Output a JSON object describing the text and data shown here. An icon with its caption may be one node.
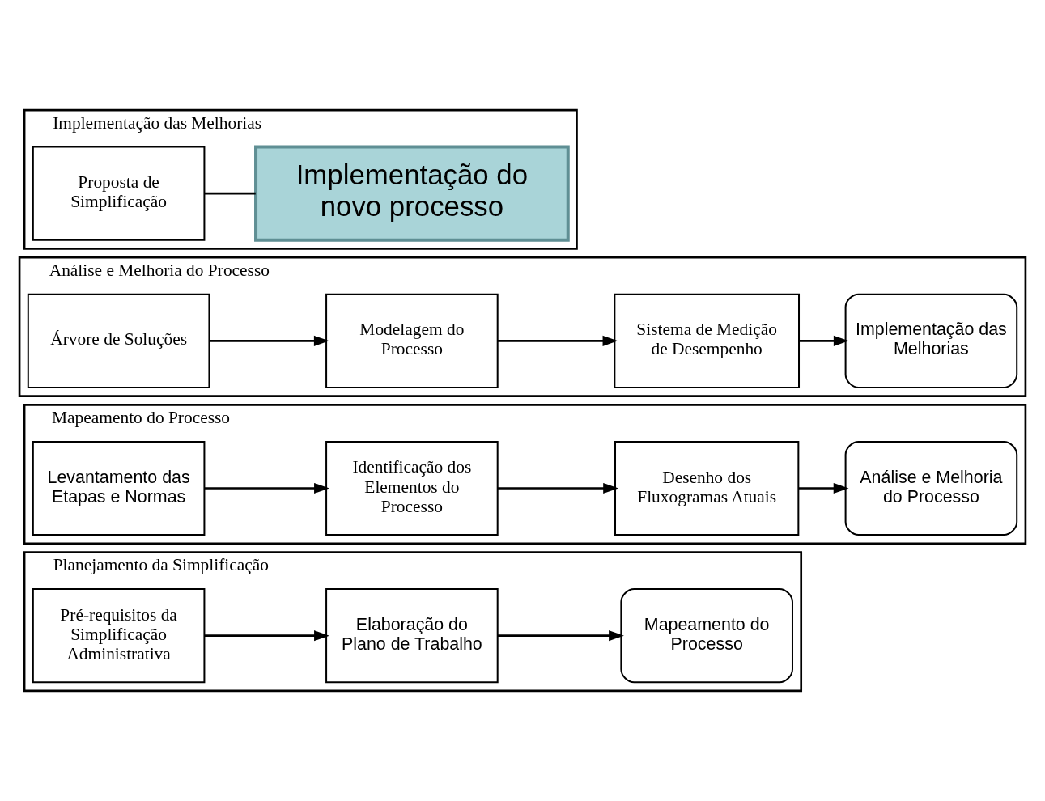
{
  "diagram": {
    "nodes": [
      {
        "text": [
          "Planejamento da Simplificação"
        ]
      },
      {
        "text": [
          "Pré-requisitos da Simplificação Administrativa"
        ],
        "in": 0
      },
      {
        "text": [
          "Elaboração do Plano de Trabalho"
        ],
        "in": 0
      },
      {
        "text": [
          "Mapeamento do Processo"
        ],
        "in": 0
      },
      {
        "text": [
          "Mapeamento do Processo"
        ]
      },
      {
        "text": [
          "Levantamento das Etapas e Normas"
        ],
        "in": 4
      },
      {
        "text": [
          "Identificação dos Elementos do Processo"
        ],
        "in": 4
      },
      {
        "text": [
          "Desenho dos Fluxogramas Atuais"
        ],
        "in": 4
      },
      {
        "text": [
          "Análise e Melhoria do Processo"
        ],
        "in": 4
      },
      {
        "text": [
          "Análise e Melhoria do Processo"
        ]
      },
      {
        "text": [
          "Árvore de Soluções"
        ],
        "in": 9
      },
      {
        "text": [
          "Modelagem do Processo"
        ],
        "in": 9
      },
      {
        "text": [
          "Sistema de Medição de Desempenho"
        ],
        "in": 9
      },
      {
        "text": [
          "Implementação das Melhorias"
        ],
        "in": 9
      },
      {
        "text": [
          "Implementação das Melhorias"
        ]
      },
      {
        "text": [
          "Proposta de Simplificação"
        ],
        "in": 14
      },
      {
        "text": [
          "Implementação do novo processo"
        ],
        "in": 14
      }
    ],
    "edges": [
      {
        "from": 1,
        "to": 2,
        "arrow": "to"
      },
      {
        "from": 2,
        "to": 3,
        "arrow": "to"
      },
      {
        "from": 5,
        "to": 6,
        "arrow": "to"
      },
      {
        "from": 6,
        "to": 7,
        "arrow": "to"
      },
      {
        "from": 7,
        "to": 8,
        "arrow": "to"
      },
      {
        "from": 10,
        "to": 11,
        "arrow": "to"
      },
      {
        "from": 11,
        "to": 12,
        "arrow": "to"
      },
      {
        "from": 12,
        "to": 13,
        "arrow": "to"
      },
      {
        "from": 15,
        "to": 16,
        "arrow": "none"
      }
    ]
  }
}
